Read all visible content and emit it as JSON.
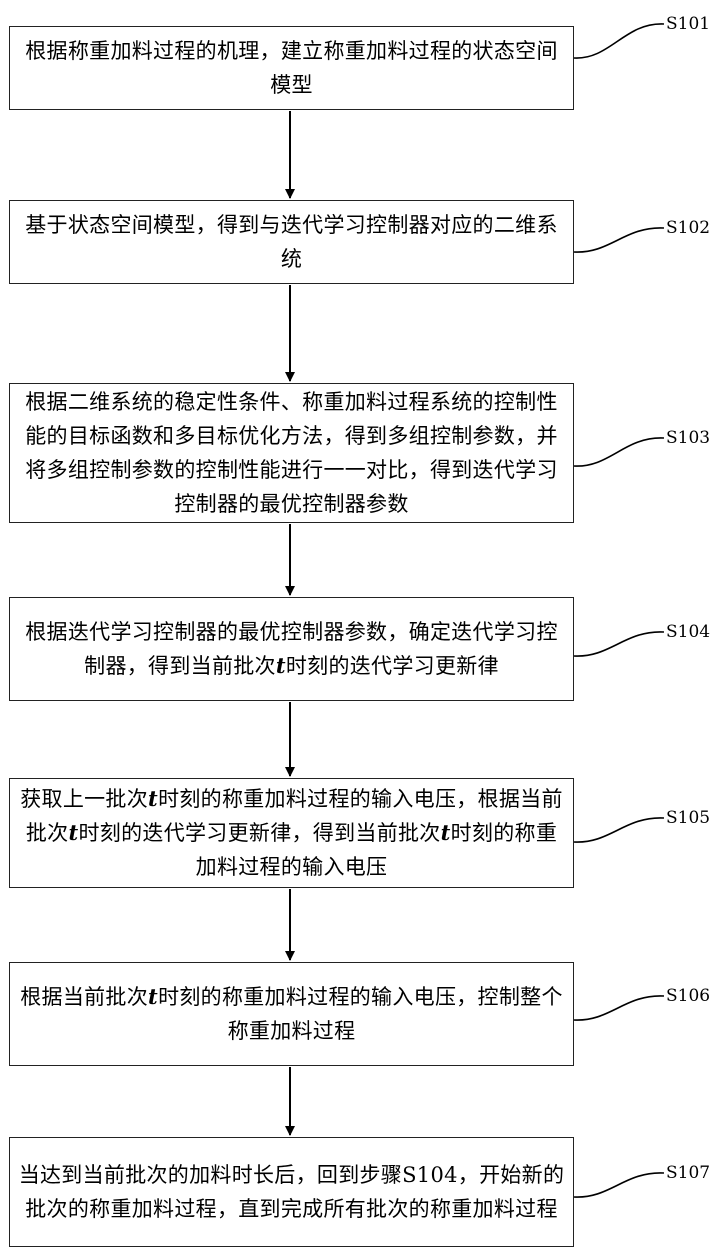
{
  "steps": [
    {
      "label": "S101",
      "text": "根据称重加料过程的机理，建立称重加料过程的状态空间模型"
    },
    {
      "label": "S102",
      "text": "基于状态空间模型，得到与迭代学习控制器对应的二维系统"
    },
    {
      "label": "S103",
      "text": "根据二维系统的稳定性条件、称重加料过程系统的控制性能的目标函数和多目标优化方法，得到多组控制参数，并将多组控制参数的控制性能进行一一对比，得到迭代学习控制器的最优控制器参数"
    },
    {
      "label": "S104",
      "text": "根据迭代学习控制器的最优控制器参数，确定迭代学习控制器，得到当前批次t时刻的迭代学习更新律"
    },
    {
      "label": "S105",
      "text": "获取上一批次t时刻的称重加料过程的输入电压，根据当前批次t时刻的迭代学习更新律，得到当前批次t时刻的称重加料过程的输入电压"
    },
    {
      "label": "S106",
      "text": "根据当前批次t时刻的称重加料过程的输入电压，控制整个称重加料过程"
    },
    {
      "label": "S107",
      "text": "当达到当前批次的加料时长后，回到步骤S104，开始新的批次的称重加料过程，直到完成所有批次的称重加料过程"
    }
  ]
}
